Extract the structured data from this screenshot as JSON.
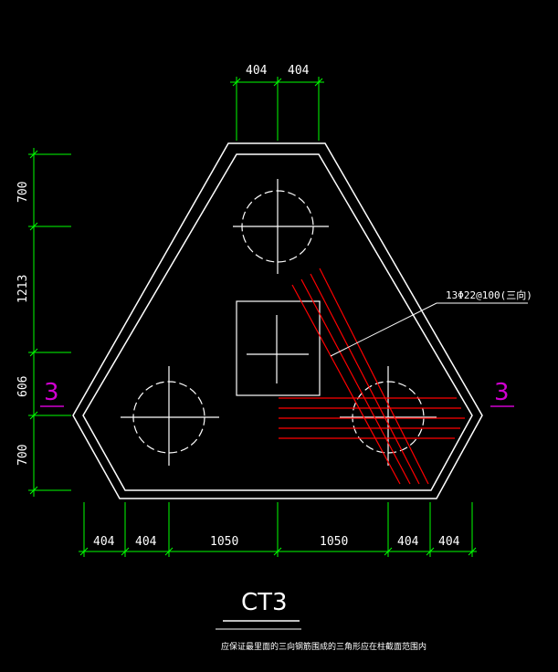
{
  "dimensions": {
    "top": [
      "404",
      "404"
    ],
    "left": [
      "700",
      "1213",
      "606",
      "700"
    ],
    "bottom": [
      "404",
      "404",
      "1050",
      "1050",
      "404",
      "404"
    ]
  },
  "rebar_label": "13Φ22@100(三向)",
  "section_marks": {
    "left": "3",
    "right": "3"
  },
  "title": "CT3",
  "note": "应保证最里面的三向钢筋围成的三角形应在柱截面范围内",
  "colors": {
    "background": "#000000",
    "outline": "#ffffff",
    "dimension": "#00ff00",
    "rebar": "#ff0000",
    "section": "#d000d0"
  }
}
